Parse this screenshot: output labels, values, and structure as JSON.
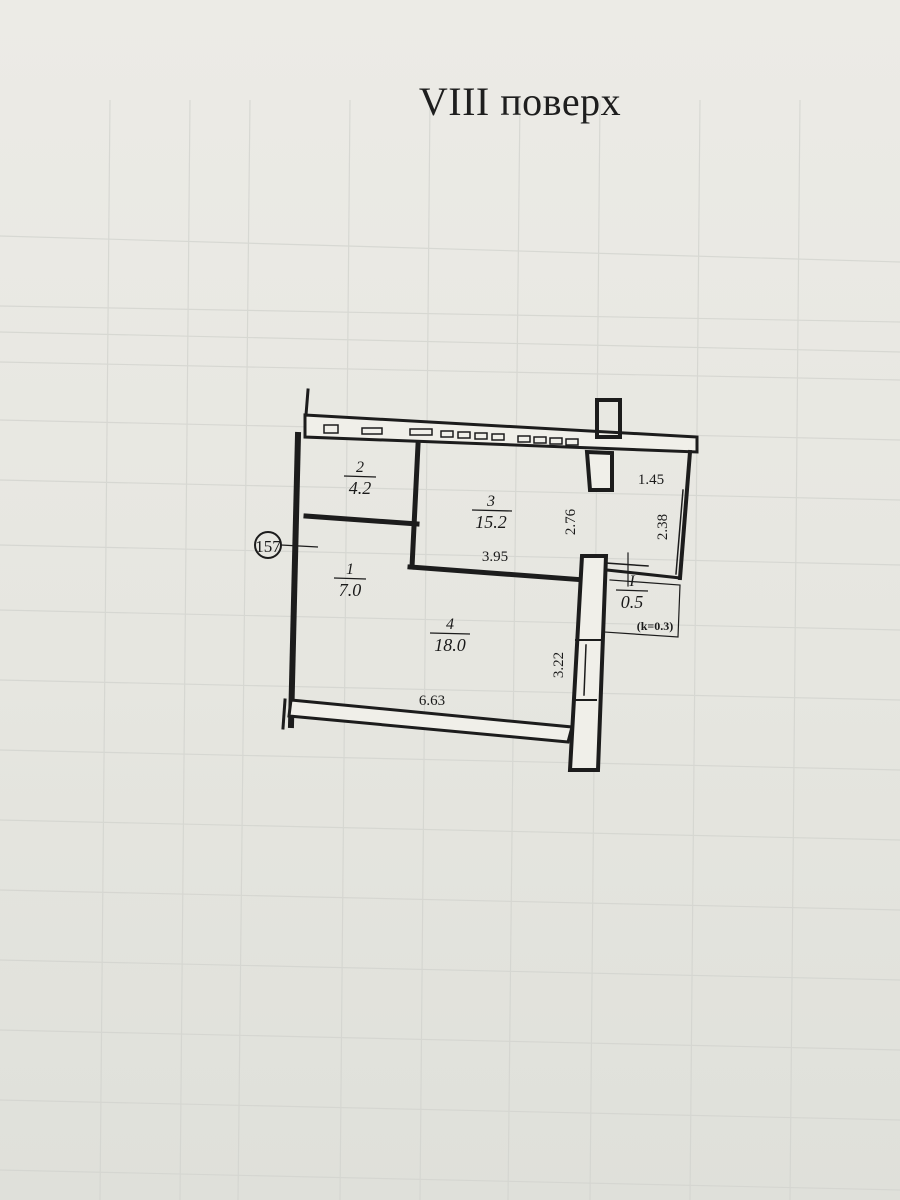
{
  "document": {
    "heading": "VIII поверх"
  },
  "floor_plan": {
    "apartment_number": "157",
    "coefficient_note": "(k=0.3)",
    "rooms": [
      {
        "number": "1",
        "area": "7.0"
      },
      {
        "number": "2",
        "area": "4.2"
      },
      {
        "number": "3",
        "area": "15.2"
      },
      {
        "number": "4",
        "area": "18.0"
      },
      {
        "number": "I",
        "area": "0.5"
      }
    ],
    "dimensions": {
      "width_bottom": "6.63",
      "width_mid": "3.95",
      "height_room3": "2.76",
      "height_room4": "3.22",
      "balcony_width": "1.45",
      "balcony_height": "2.38"
    }
  }
}
